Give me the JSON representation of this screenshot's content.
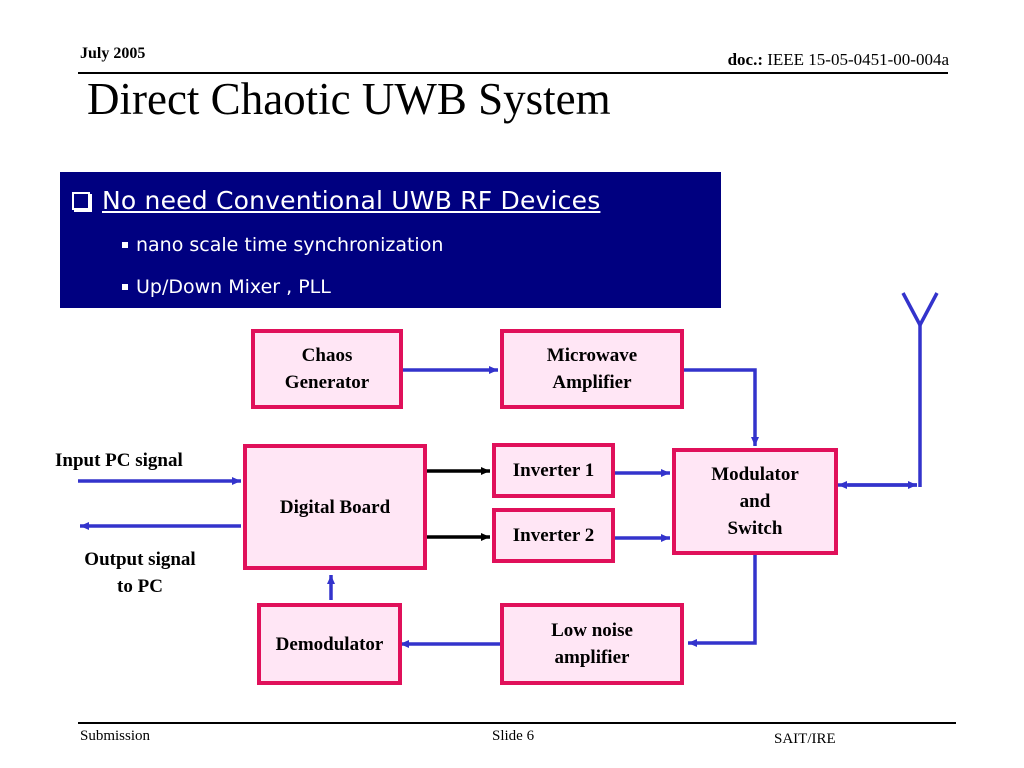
{
  "header": {
    "date": "July 2005",
    "doc_label": "doc.:",
    "doc_id": "IEEE 15-05-0451-00-004a"
  },
  "title": "Direct Chaotic UWB System",
  "bullets": {
    "main": "No need Conventional UWB RF Devices",
    "subs": [
      "nano scale time synchronization",
      "Up/Down Mixer , PLL"
    ]
  },
  "blocks": {
    "chaos": [
      "Chaos",
      "Generator"
    ],
    "microwave": [
      "Microwave",
      "Amplifier"
    ],
    "digital": "Digital Board",
    "inverter1": "Inverter 1",
    "inverter2": "Inverter 2",
    "modulator": [
      "Modulator",
      "and",
      "Switch"
    ],
    "demodulator": "Demodulator",
    "lna": [
      "Low noise",
      "amplifier"
    ]
  },
  "labels": {
    "input": "Input PC signal",
    "output": [
      "Output signal",
      "to PC"
    ]
  },
  "footer": {
    "left": "Submission",
    "center": "Slide 6",
    "right": "SAIT/IRE"
  },
  "colors": {
    "box_border": "#e0105a",
    "box_fill": "#ffe6f5",
    "connector": "#3333cc",
    "bullet_bg": "#000080"
  }
}
